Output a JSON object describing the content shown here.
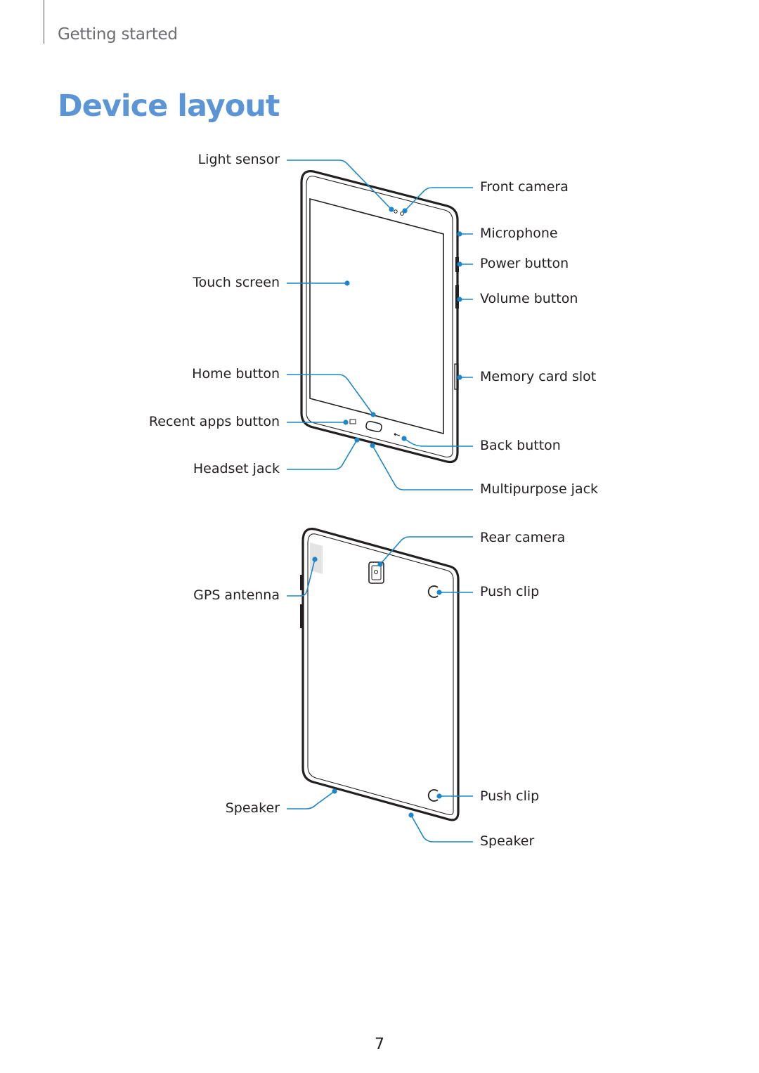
{
  "header": {
    "section": "Getting started"
  },
  "title": "Device layout",
  "front": {
    "light_sensor": "Light sensor",
    "touch_screen": "Touch screen",
    "home_button": "Home button",
    "recent_apps_button": "Recent apps button",
    "headset_jack": "Headset jack",
    "front_camera": "Front camera",
    "microphone": "Microphone",
    "power_button": "Power button",
    "volume_button": "Volume button",
    "memory_card_slot": "Memory card slot",
    "back_button": "Back button",
    "multipurpose_jack": "Multipurpose jack"
  },
  "back": {
    "gps_antenna": "GPS antenna",
    "speaker_left": "Speaker",
    "rear_camera": "Rear camera",
    "push_clip_top": "Push clip",
    "push_clip_bottom": "Push clip",
    "speaker_right": "Speaker"
  },
  "footer": {
    "page_number": "7"
  },
  "colors": {
    "title": "#5b95d5",
    "callout": "#1b86c8"
  }
}
